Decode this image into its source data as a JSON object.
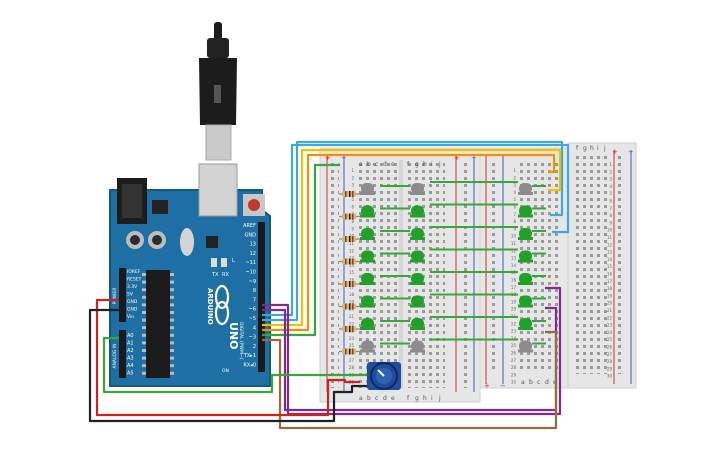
{
  "arduino": {
    "brand": "ARDUINO",
    "model": "UNO",
    "analog_label": "ANALOG IN",
    "power_label": "POWER",
    "digital_label": "DIGITAL (PWM~)",
    "power_pins": [
      "IOREF",
      "RESET",
      "3.3V",
      "5V",
      "GND",
      "GND",
      "Vin"
    ],
    "analog_pins": [
      "A0",
      "A1",
      "A2",
      "A3",
      "A4",
      "A5"
    ],
    "digital_pins": [
      "AREF",
      "GND",
      "13",
      "12",
      "~11",
      "~10",
      "~9",
      "8",
      "7",
      "~6",
      "~5",
      "4",
      "~3",
      "2",
      "TX▸1",
      "RX◂0"
    ],
    "tx_rx_labels": [
      "TX",
      "RX"
    ],
    "l_label": "L",
    "on_label": "ON"
  },
  "breadboard": {
    "col_letters_left": [
      "a",
      "b",
      "c",
      "d",
      "e"
    ],
    "col_letters_right": [
      "f",
      "g",
      "h",
      "i",
      "j"
    ],
    "rail_plus": "+",
    "rail_minus": "−",
    "row_numbers": [
      "1",
      "2",
      "3",
      "4",
      "5",
      "6",
      "7",
      "8",
      "9",
      "10",
      "11",
      "12",
      "13",
      "14",
      "15",
      "16",
      "17",
      "18",
      "19",
      "20",
      "21",
      "22",
      "23",
      "24",
      "25",
      "26",
      "27",
      "28",
      "29",
      "30"
    ]
  },
  "colors": {
    "board": "#1e6fa3",
    "board_edge": "#15587f",
    "breadboard": "#e6e6e6",
    "rail_red": "#d03030",
    "rail_blue": "#3a5fc4",
    "led_green": "#22a02a",
    "led_off": "#8c8c8c",
    "wire_blue": "#3fa7de",
    "wire_yellow": "#f2c200",
    "wire_orange": "#f29100",
    "wire_purple": "#7f2a8e",
    "wire_brown": "#9b6a3c",
    "wire_green": "#3aa53a",
    "wire_red": "#d12020",
    "wire_black": "#222222",
    "pot": "#1f4c9c"
  }
}
